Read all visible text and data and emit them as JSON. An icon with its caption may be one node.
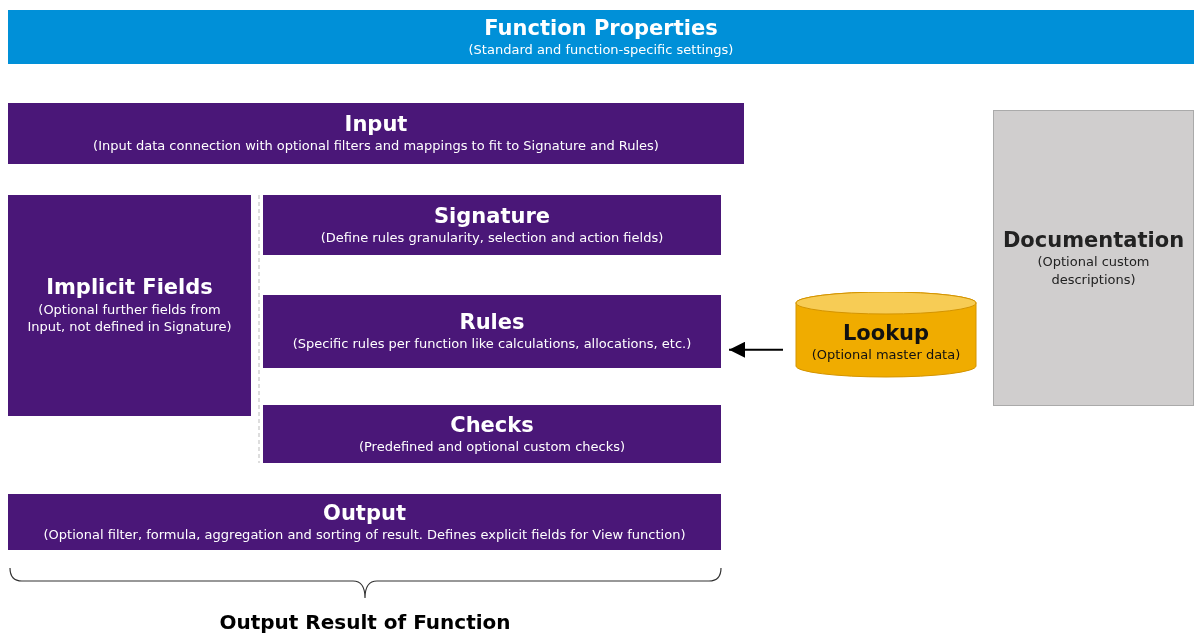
{
  "diagram": {
    "nodes": [
      {
        "text": [
          "Function Properties",
          "(Standard and function-specific settings)"
        ]
      },
      {
        "text": [
          "Input",
          "(Input data connection with optional filters and mappings to fit to Signature and Rules)"
        ]
      },
      {
        "text": [
          "Implicit Fields",
          "(Optional further fields from Input, not defined in Signature)"
        ]
      },
      {
        "text": [
          "Signature",
          "(Define rules granularity, selection and action fields)"
        ]
      },
      {
        "text": [
          "Rules",
          "(Specific rules per function like calculations, allocations, etc.)"
        ]
      },
      {
        "text": [
          "Checks",
          "(Predefined and optional custom checks)"
        ]
      },
      {
        "text": [
          "Output",
          "(Optional filter, formula, aggregation and sorting of result. Defines explicit fields for View function)"
        ]
      },
      {
        "text": [
          "Lookup",
          "(Optional master data)"
        ]
      },
      {
        "text": [
          "Documentation",
          "(Optional custom descriptions)"
        ]
      }
    ],
    "edges": [
      {
        "from": 7,
        "to": 4,
        "arrow": "to"
      }
    ],
    "labels": [
      "Output Result of Function"
    ]
  }
}
